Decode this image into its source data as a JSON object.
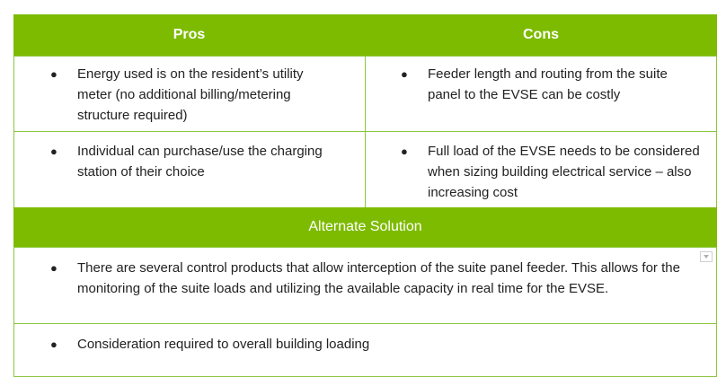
{
  "header": {
    "pros": "Pros",
    "cons": "Cons"
  },
  "rows": [
    {
      "pro": "Energy used is on the resident’s utility meter (no additional billing/metering structure required)",
      "con": "Feeder length and routing from the suite panel to the EVSE can be costly"
    },
    {
      "pro": "Individual can purchase/use the charging station of their choice",
      "con": "Full load of the EVSE needs to be considered when sizing building electrical service – also increasing cost"
    }
  ],
  "alternate": {
    "title": "Alternate Solution",
    "items": [
      "There are several control products that allow interception of the suite panel feeder. This allows for the monitoring of the suite loads and utilizing the available capacity in real time for the EVSE.",
      "Consideration required to overall building loading"
    ]
  },
  "bullet_glyph": "●",
  "colors": {
    "header_bg": "#7dbb00",
    "border": "#8cc63f",
    "text": "#222222"
  }
}
